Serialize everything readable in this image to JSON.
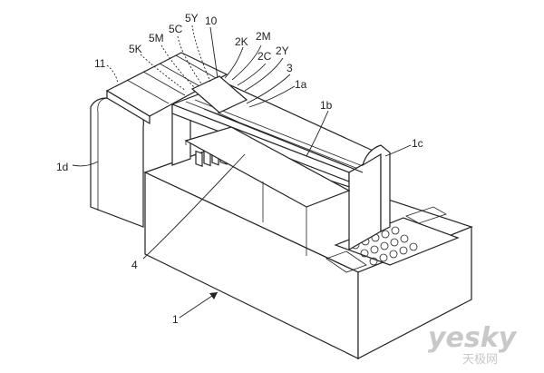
{
  "figure": {
    "labels": {
      "l_5Y": "5Y",
      "l_10": "10",
      "l_5C": "5C",
      "l_5M": "5M",
      "l_5K": "5K",
      "l_2K": "2K",
      "l_2M": "2M",
      "l_2C": "2C",
      "l_2Y": "2Y",
      "l_3": "3",
      "l_11": "11",
      "l_1a": "1a",
      "l_1b": "1b",
      "l_1c": "1c",
      "l_1d": "1d",
      "l_4": "4",
      "l_1": "1"
    }
  },
  "watermark": {
    "brand": "yesky",
    "sub": "天极网"
  }
}
